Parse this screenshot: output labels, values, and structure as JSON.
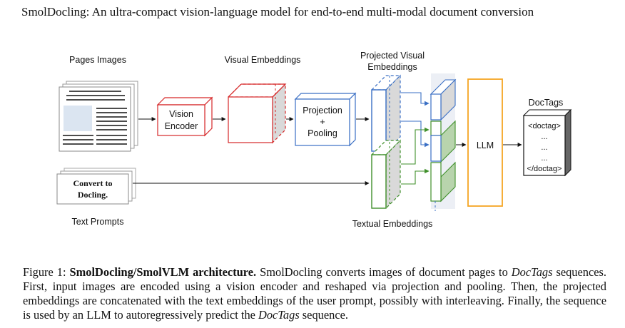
{
  "header": {
    "running_title": "SmolDocling: An ultra-compact vision-language model for end-to-end multi-modal document conversion"
  },
  "diagram": {
    "labels": {
      "pages_images": "Pages Images",
      "visual_embeddings": "Visual Embeddings",
      "projected_line1": "Projected Visual",
      "projected_line2": "Embeddings",
      "doctags": "DocTags",
      "text_prompts": "Text Prompts",
      "textual_embeddings": "Textual Embeddings"
    },
    "vision_encoder": {
      "line1": "Vision",
      "line2": "Encoder"
    },
    "projection": {
      "line1": "Projection",
      "line2": "+",
      "line3": "Pooling"
    },
    "llm": "LLM",
    "prompt_card": {
      "line1": "Convert to",
      "line2": "Docling."
    },
    "doctags_doc": {
      "line1": "<doctag>",
      "line2": "...",
      "line3": "...",
      "line4": "...",
      "line5": "</doctag>"
    },
    "colors": {
      "red": "#d62728",
      "blue": "#3a6fc4",
      "green": "#3f8f2a",
      "orange": "#f5a623"
    }
  },
  "caption": {
    "figure_label": "Figure 1: ",
    "bold_title": "SmolDocling/SmolVLM architecture.",
    "seg1": " SmolDocling converts images of document pages to ",
    "doctags_italic": "DocTags",
    "seg2": " sequences. First, input images are encoded using a vision encoder and reshaped via projection and pooling. Then, the projected embeddings are concatenated with the text embeddings of the user prompt, possibly with interleaving. Finally, the sequence is used by an LLM to autoregressively predict the ",
    "doctags_italic2": "DocTags",
    "seg3": " sequence."
  }
}
